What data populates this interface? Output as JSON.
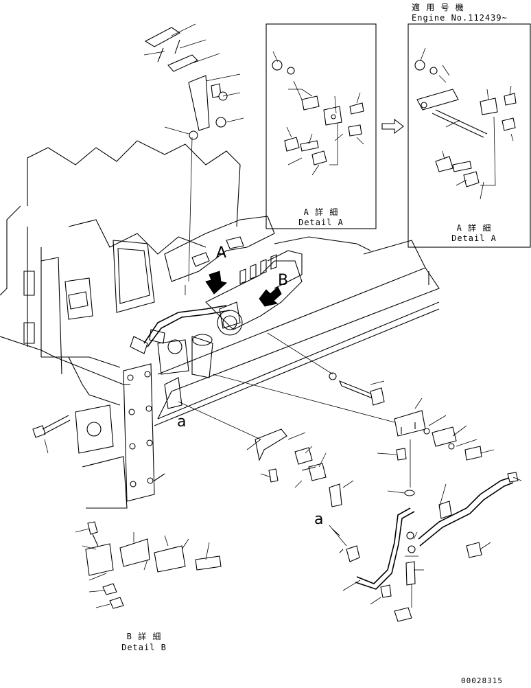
{
  "header": {
    "applicable_jp": "適 用 号 機",
    "engine_no": "Engine No.112439~"
  },
  "detail_a_left": {
    "jp": "A 詳 細",
    "en": "Detail A"
  },
  "detail_a_right": {
    "jp": "A 詳 細",
    "en": "Detail A"
  },
  "detail_b": {
    "jp": "B 詳 細",
    "en": "Detail B"
  },
  "callouts": {
    "a_main": "a",
    "a_pipe": "a",
    "A": "A",
    "B": "B"
  },
  "drawing_number": "00028315"
}
